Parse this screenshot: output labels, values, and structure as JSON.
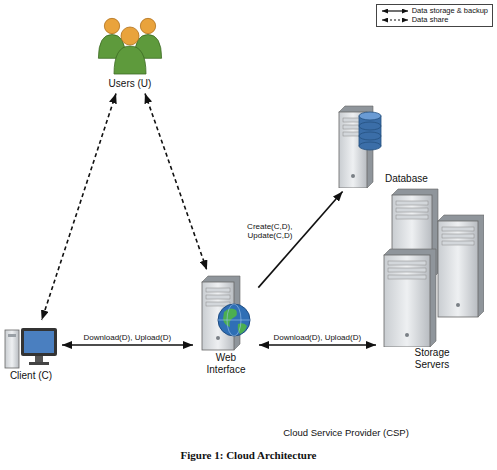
{
  "diagram": {
    "caption": "Figure 1: Cloud Architecture",
    "nodes": [
      {
        "text": [
          "Users (U)"
        ]
      },
      {
        "text": [
          "Client (C)"
        ]
      },
      {
        "text": [
          "Cloud Service Provider (CSP)"
        ]
      },
      {
        "text": [
          "Database"
        ],
        "in": 2
      },
      {
        "text": [
          "Web Interface"
        ],
        "in": 2
      },
      {
        "text": [
          "Storage Servers"
        ],
        "in": 2
      }
    ],
    "edges": [
      {
        "from": 0,
        "to": 1,
        "arrow": "both"
      },
      {
        "from": 0,
        "to": 4,
        "arrow": "both"
      },
      {
        "from": 1,
        "to": 4,
        "label": "Download(D), Upload(D)",
        "arrow": "both"
      },
      {
        "from": 4,
        "to": 3,
        "label": "Create(C,D), Update(C,D)",
        "arrow": "to"
      },
      {
        "from": 4,
        "to": 5,
        "label": "Download(D), Upload(D)",
        "arrow": "both"
      }
    ],
    "legend": [
      {
        "text": "Data storage & backup"
      },
      {
        "text": "Data share"
      }
    ]
  }
}
